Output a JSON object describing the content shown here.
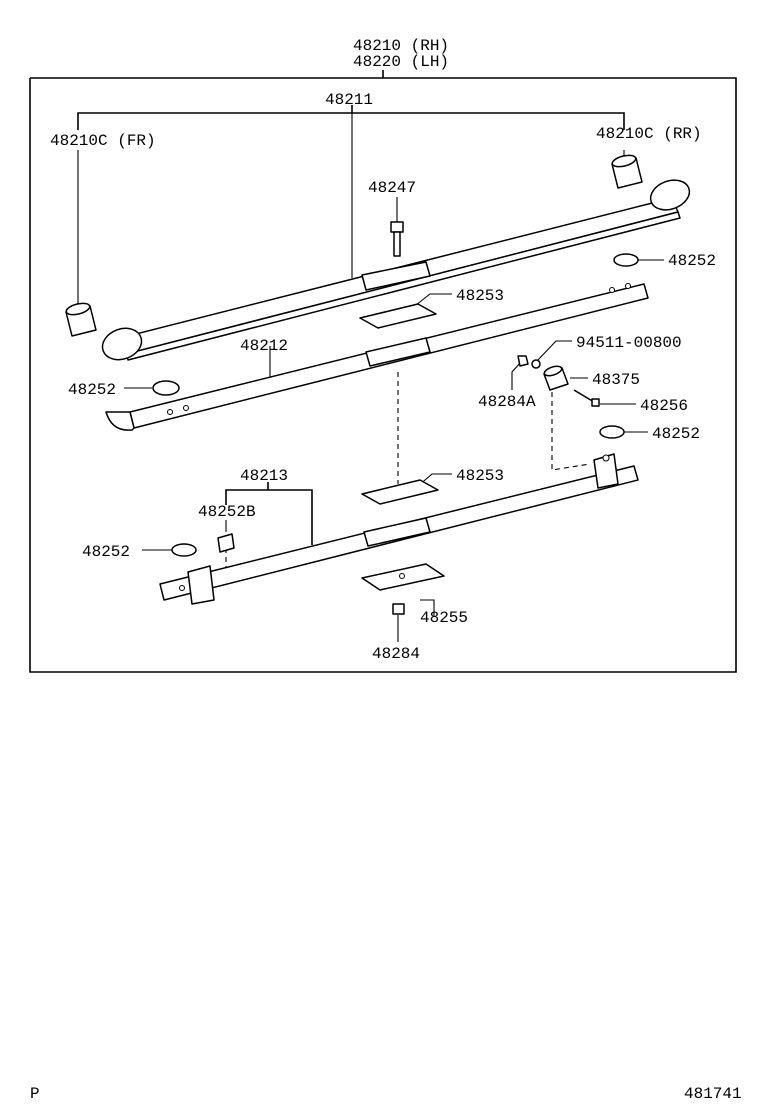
{
  "assembly": {
    "rh": "48210 (RH)",
    "lh": "48220 (LH)"
  },
  "labels": {
    "main_leaf": "48211",
    "bushing_front": "48210C (FR)",
    "bushing_rear": "48210C (RR)",
    "center_bolt": "48247",
    "silencer_top_right": "48252",
    "spacer_upper": "48253",
    "leaf_second": "48212",
    "silencer_left": "48252",
    "screw_part": "94511-00800",
    "nut_a": "48284A",
    "insert": "48375",
    "bolt_clip": "48256",
    "silencer_mid_right": "48252",
    "leaf_third": "48213",
    "spacer_lower": "48253",
    "clip_b": "48252B",
    "silencer_bottom_left": "48252",
    "seat_plate": "48255",
    "nut": "48284"
  },
  "footer": {
    "left_code": "P",
    "right_code": "481741"
  }
}
